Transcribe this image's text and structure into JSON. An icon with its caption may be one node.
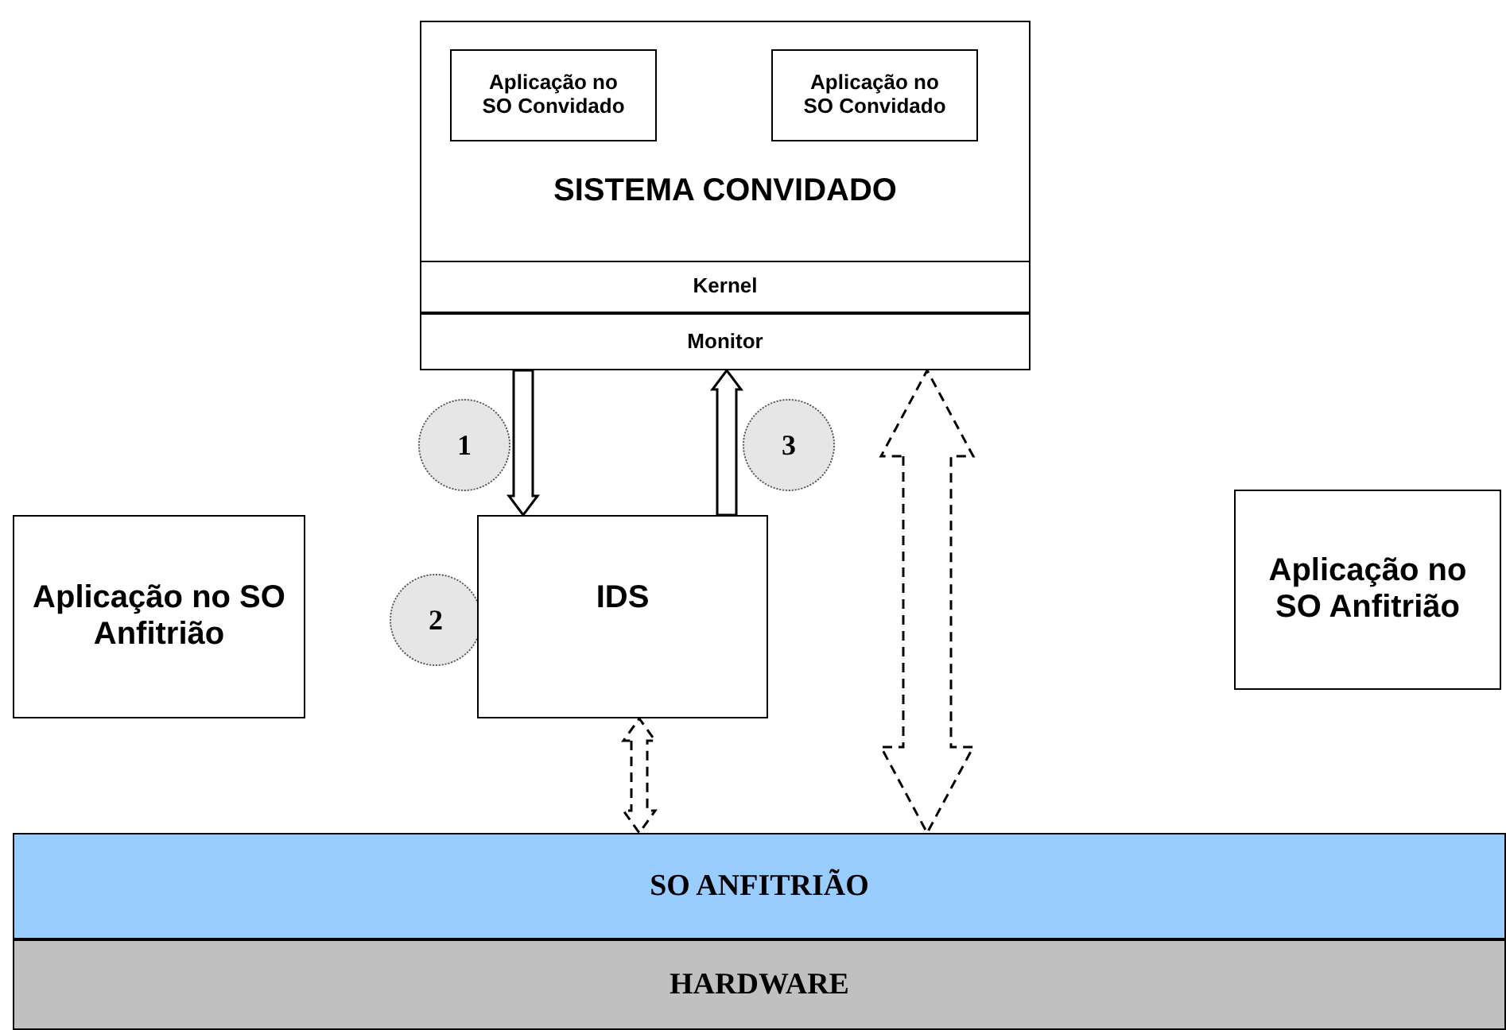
{
  "diagram": {
    "nodes": [
      {
        "text": [
          "SISTEMA CONVIDADO"
        ]
      },
      {
        "text": [
          "Aplicação no SO Convidado"
        ],
        "in": 0
      },
      {
        "text": [
          "Aplicação no SO Convidado"
        ],
        "in": 0
      },
      {
        "text": [
          "Kernel"
        ],
        "in": 0
      },
      {
        "text": [
          "Monitor"
        ],
        "in": 0
      },
      {
        "text": [
          "1"
        ]
      },
      {
        "text": [
          "3"
        ]
      },
      {
        "text": [
          "Aplicação no SO Anfitrião"
        ]
      },
      {
        "text": [
          "2"
        ]
      },
      {
        "text": [
          "IDS"
        ]
      },
      {
        "text": [
          "Aplicação no SO Anfitrião"
        ]
      },
      {
        "text": [
          "SO ANFITRIÃO"
        ]
      },
      {
        "text": [
          "HARDWARE"
        ]
      }
    ],
    "edges": [
      {
        "from": 4,
        "to": 9,
        "arrow": "to"
      },
      {
        "from": 9,
        "to": 4,
        "arrow": "to"
      },
      {
        "from": 9,
        "to": 11,
        "arrow": "both",
        "style": "dashed"
      },
      {
        "from": 4,
        "to": 11,
        "arrow": "both",
        "style": "dashed"
      }
    ]
  }
}
